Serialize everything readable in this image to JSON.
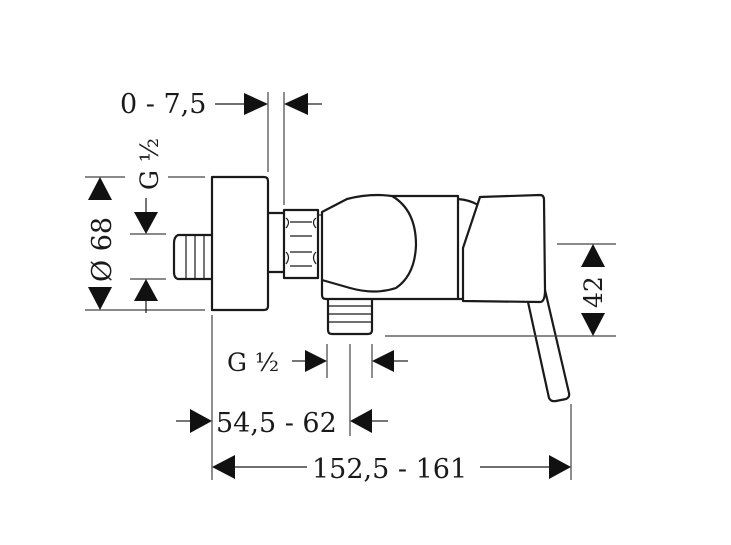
{
  "diagram": {
    "subject": "Single-lever shower mixer, exposed — side elevation",
    "dimensions": {
      "offset": "0 - 7,5",
      "inlet_thread_vertical": "G ½",
      "escutcheon_diameter": "Ø 68",
      "lever_height": "42",
      "outlet_thread": "G ½",
      "wall_to_outlet": "54,5 - 62",
      "overall_projection": "152,5 - 161"
    },
    "colors": {
      "line": "#1a1a1a",
      "background": "#ffffff"
    }
  }
}
